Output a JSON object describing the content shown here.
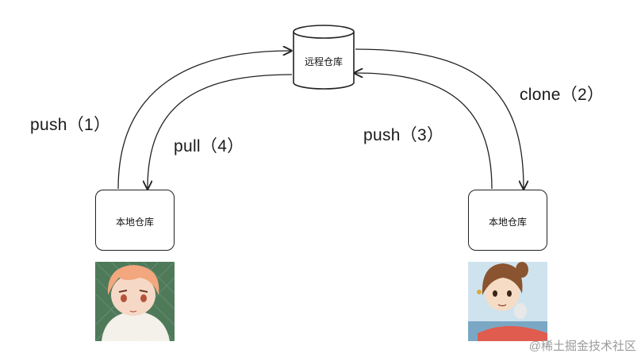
{
  "remote": {
    "label": "远程仓库"
  },
  "local_left": {
    "label": "本地仓库"
  },
  "local_right": {
    "label": "本地仓库"
  },
  "arrows": {
    "push_left": "push（1）",
    "pull_left": "pull（4）",
    "push_right": "push（3）",
    "clone_right": "clone（2）"
  },
  "watermark": "@稀土掘金技术社区",
  "colors": {
    "stroke": "#222222",
    "text": "#1a1a1a"
  }
}
